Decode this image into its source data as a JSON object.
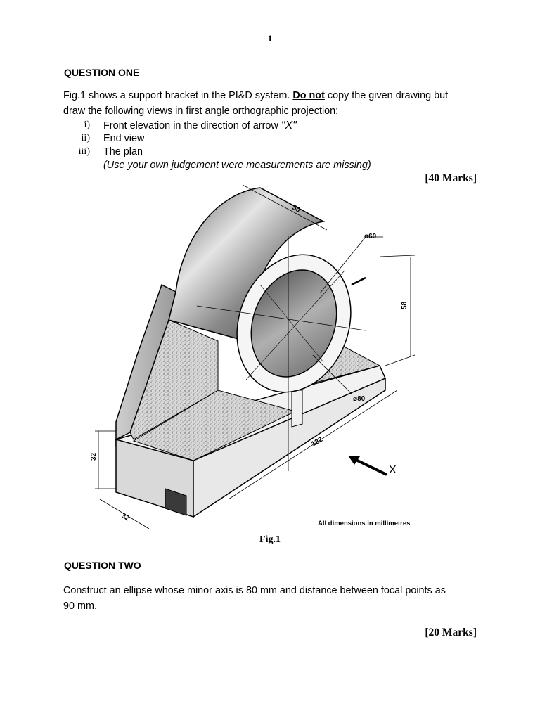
{
  "page_number": "1",
  "q1": {
    "heading": "QUESTION ONE",
    "intro_a": "Fig.1 shows a support bracket in the PI&D system. ",
    "intro_emph": "Do not",
    "intro_b": " copy the given drawing but",
    "intro_line2": "draw the following views in first angle orthographic projection:",
    "items": [
      {
        "num": "i)",
        "text": "Front elevation in the direction of arrow ",
        "arrow_label": "\"X\""
      },
      {
        "num": "ii)",
        "text": "End view"
      },
      {
        "num": "iii)",
        "text": "The plan"
      }
    ],
    "note": "(Use your own judgement were measurements are missing)",
    "marks": "[40 Marks]"
  },
  "figure": {
    "dims": {
      "d50": "50",
      "d60": "ø60",
      "d58": "58",
      "d80": "ø80",
      "d122": "122",
      "d32_left": "32",
      "d32_bottom": "32"
    },
    "arrow_label": "X",
    "units_note": "All dimensions in millimetres",
    "caption": "Fig.1"
  },
  "q2": {
    "heading": "QUESTION TWO",
    "line1": "Construct an ellipse whose minor axis is 80 mm and distance between focal points as",
    "line2": "90 mm.",
    "marks": "[20 Marks]"
  }
}
